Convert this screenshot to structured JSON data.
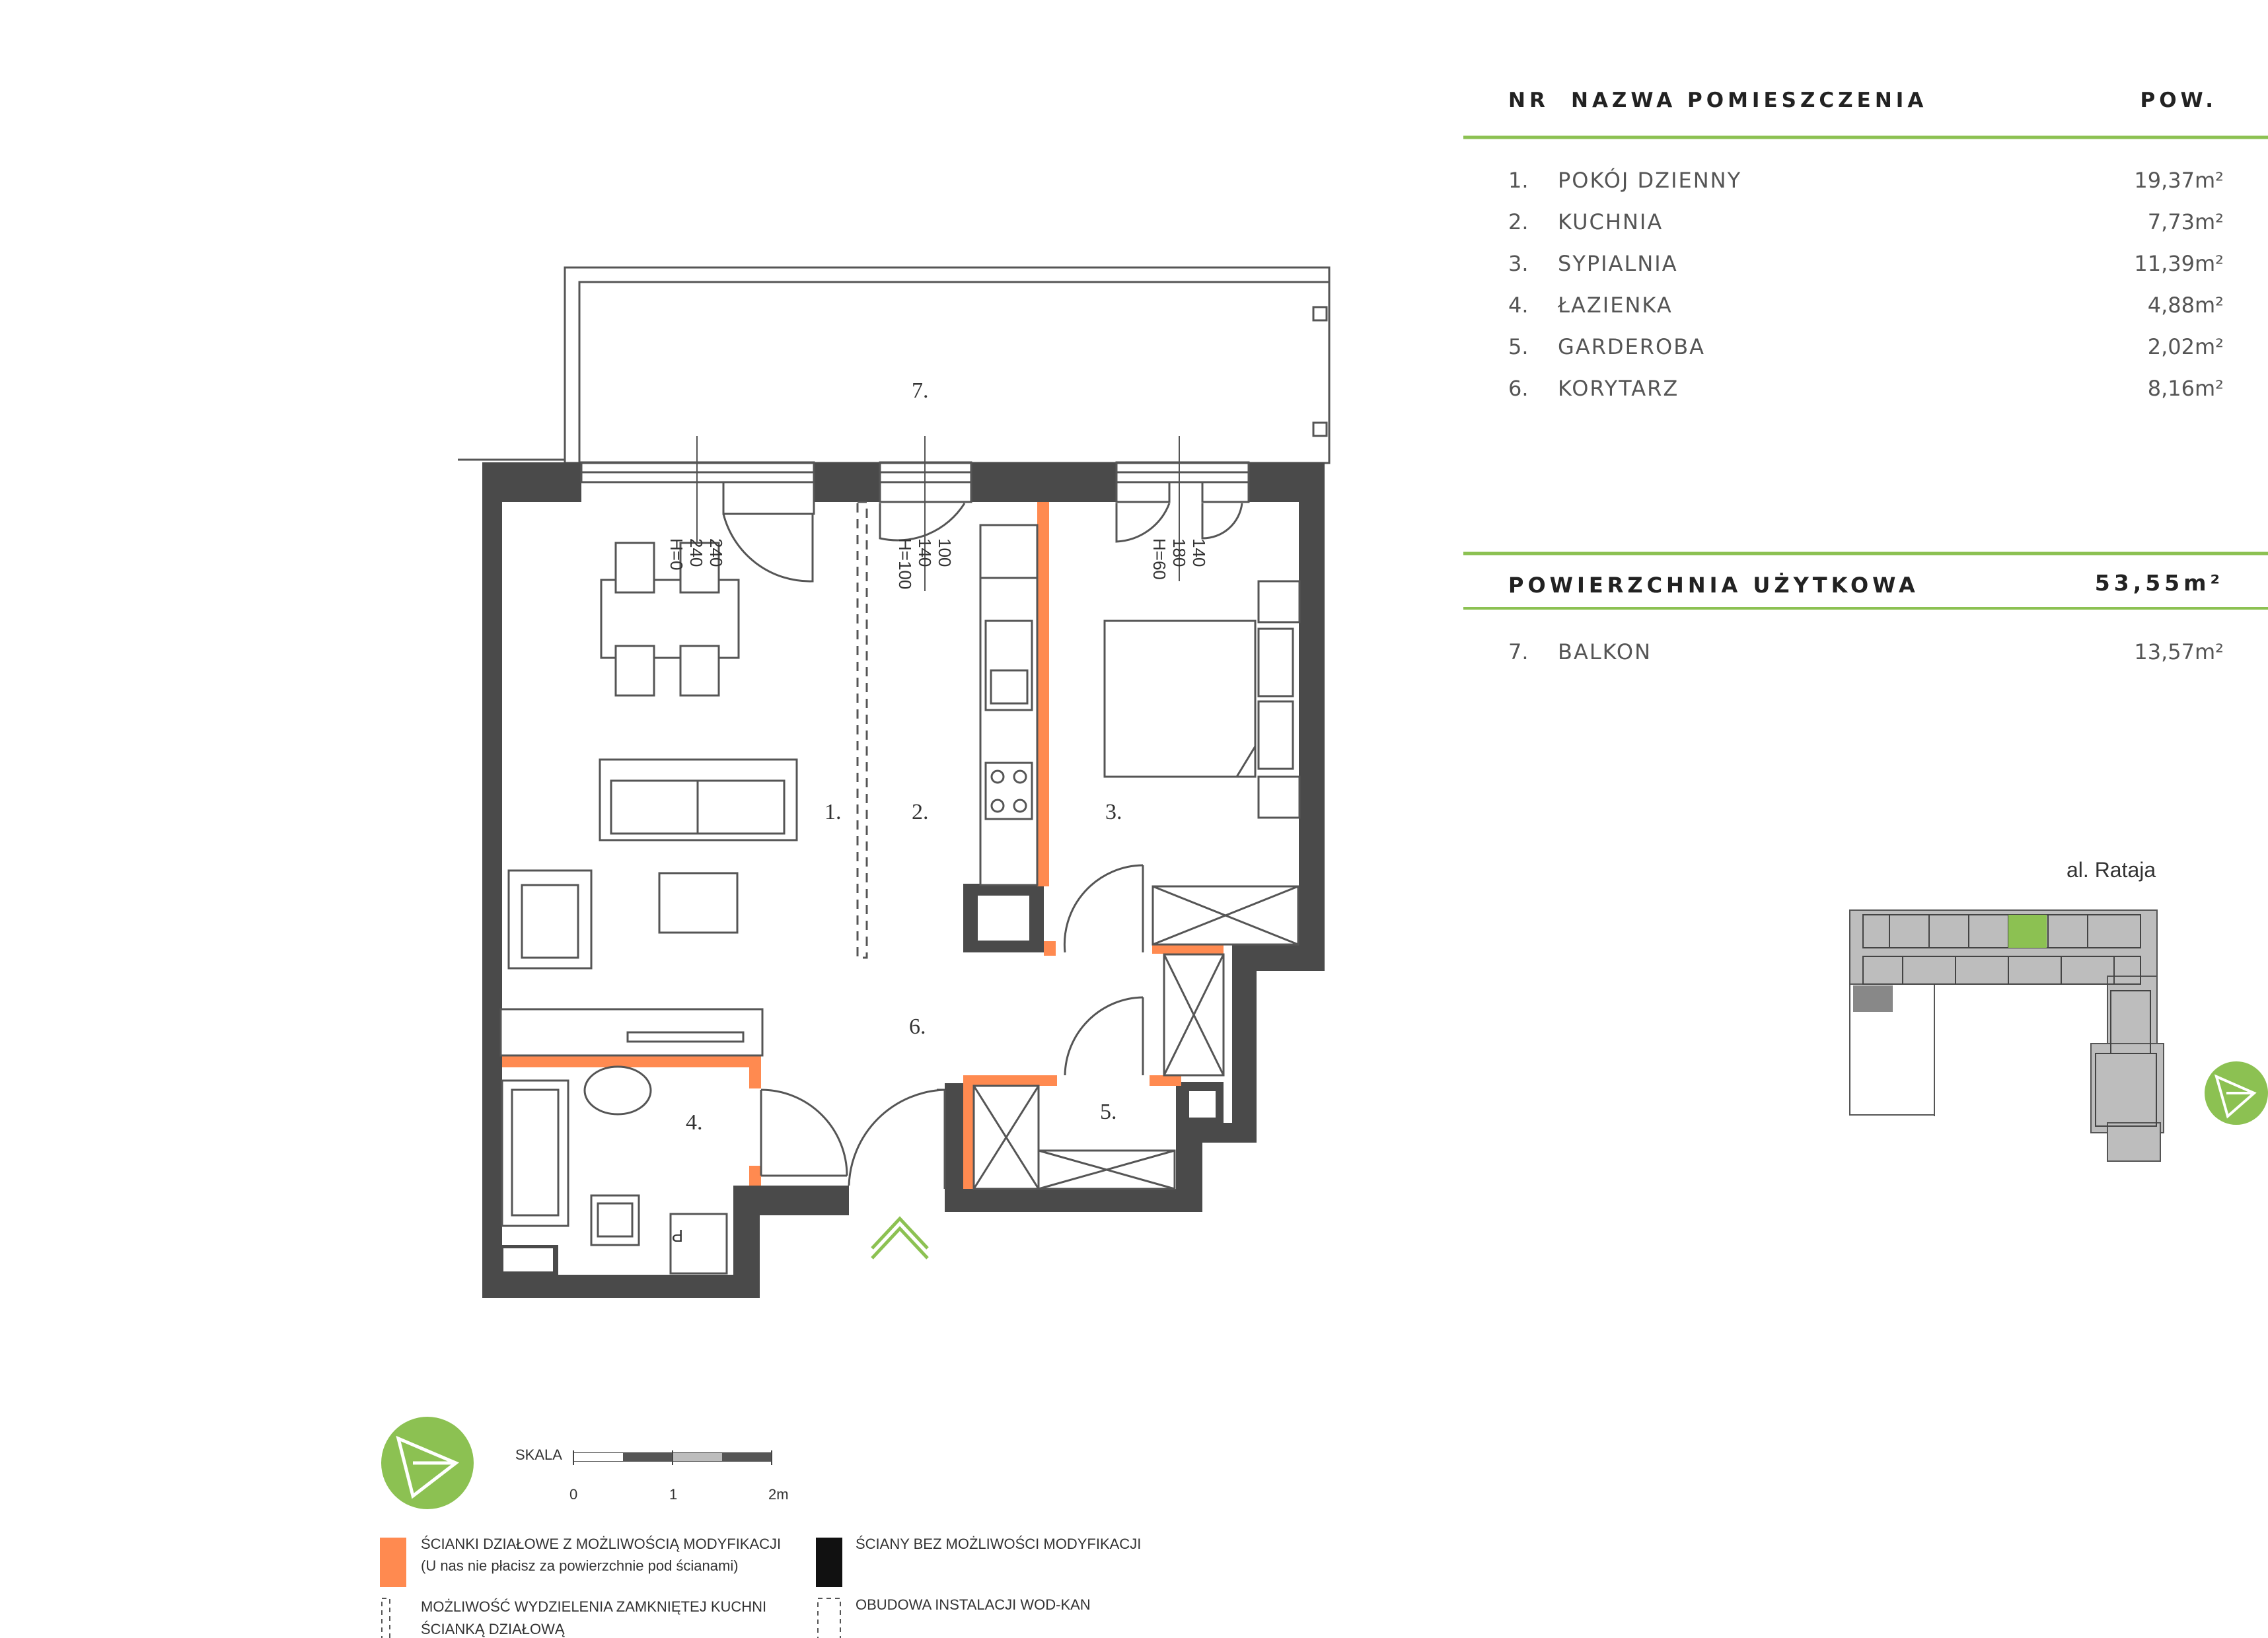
{
  "table": {
    "header": {
      "nr": "NR",
      "name": "NAZWA POMIESZCZENIA",
      "area": "POW."
    },
    "rooms": [
      {
        "nr": "1.",
        "name": "POKÓJ DZIENNY",
        "area": "19,37m²"
      },
      {
        "nr": "2.",
        "name": "KUCHNIA",
        "area": "7,73m²"
      },
      {
        "nr": "3.",
        "name": "SYPIALNIA",
        "area": "11,39m²"
      },
      {
        "nr": "4.",
        "name": "ŁAZIENKA",
        "area": "4,88m²"
      },
      {
        "nr": "5.",
        "name": "GARDEROBA",
        "area": "2,02m²"
      },
      {
        "nr": "6.",
        "name": "KORYTARZ",
        "area": "8,16m²"
      }
    ],
    "usable": {
      "label": "POWIERZCHNIA UŻYTKOWA",
      "value": "53,55m²"
    },
    "balcony": {
      "nr": "7.",
      "name": "BALKON",
      "area": "13,57m²"
    }
  },
  "plan": {
    "room_labels": [
      "1.",
      "2.",
      "3.",
      "4.",
      "5.",
      "6.",
      "7."
    ],
    "windows": [
      {
        "lines": [
          "240",
          "240",
          "H=0"
        ]
      },
      {
        "lines": [
          "100",
          "140",
          "H=100"
        ]
      },
      {
        "lines": [
          "140",
          "180",
          "H=60"
        ]
      }
    ],
    "sink_label": "P"
  },
  "site": {
    "street": "al. Rataja"
  },
  "scale": {
    "label": "SKALA",
    "ticks": [
      "0",
      "1",
      "2m"
    ]
  },
  "legend": {
    "modifiable_line1": "ŚCIANKI DZIAŁOWE Z MOŻLIWOŚCIĄ MODYFIKACJI",
    "modifiable_line2": "(U nas nie płacisz za powierzchnie pod ścianami)",
    "kitchen_line1": "MOŻLIWOŚĆ WYDZIELENIA ZAMKNIĘTEJ KUCHNI",
    "kitchen_line2": "ŚCIANKĄ DZIAŁOWĄ",
    "fixed": "ŚCIANY BEZ MOŻLIWOŚCI MODYFIKACJI",
    "install": "OBUDOWA INSTALACJI WOD-KAN"
  },
  "colors": {
    "structural_wall": "#4a4a4a",
    "modifiable_wall": "#ff8a50",
    "accent_green": "#8cc152",
    "site_highlight": "#8cc152"
  }
}
